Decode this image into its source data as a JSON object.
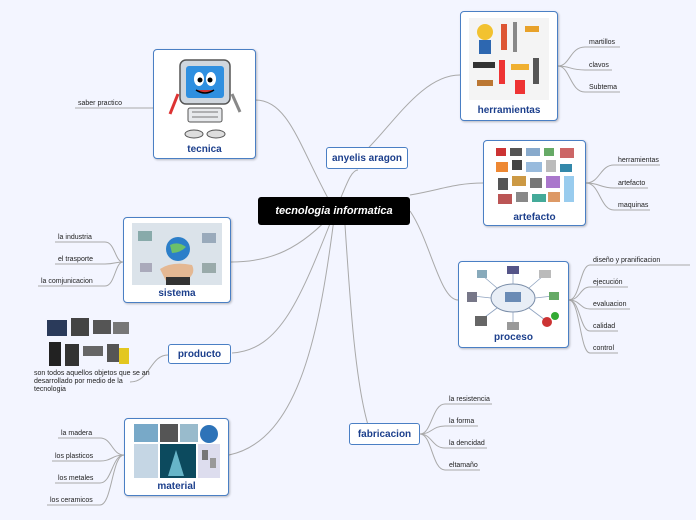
{
  "central": "tecnologia informatica",
  "branches": {
    "tecnica": {
      "label": "tecnica",
      "leaves": [
        "saber practico"
      ]
    },
    "sistema": {
      "label": "sistema",
      "leaves": [
        "la industria",
        "el trasporte",
        "la comjunicacion"
      ]
    },
    "producto": {
      "label": "producto",
      "note": "son todos aquellos objetos que se an desarrollado por medio de la tecnologia"
    },
    "material": {
      "label": "material",
      "leaves": [
        "la madera",
        "los plasticos",
        "los metales",
        "los ceramicos"
      ]
    },
    "autor": {
      "label": "anyelis aragon"
    },
    "herramientas": {
      "label": "herramientas",
      "leaves": [
        "martillos",
        "clavos",
        "Subtema"
      ]
    },
    "artefacto": {
      "label": "artefacto",
      "leaves": [
        "herramientas",
        "artefacto",
        "maquinas"
      ]
    },
    "proceso": {
      "label": "proceso",
      "leaves": [
        "diseño y pranificacion",
        "ejecución",
        "evaluacion",
        "calidad",
        "control"
      ]
    },
    "fabricacion": {
      "label": "fabricacion",
      "leaves": [
        "la resistencia",
        "la forma",
        "la dencidad",
        "eltamaño"
      ]
    }
  },
  "colors": {
    "node_border": "#4a7fc4",
    "node_text": "#1c3f8c",
    "edge": "#a9a9a9",
    "central_bg": "#000000"
  }
}
